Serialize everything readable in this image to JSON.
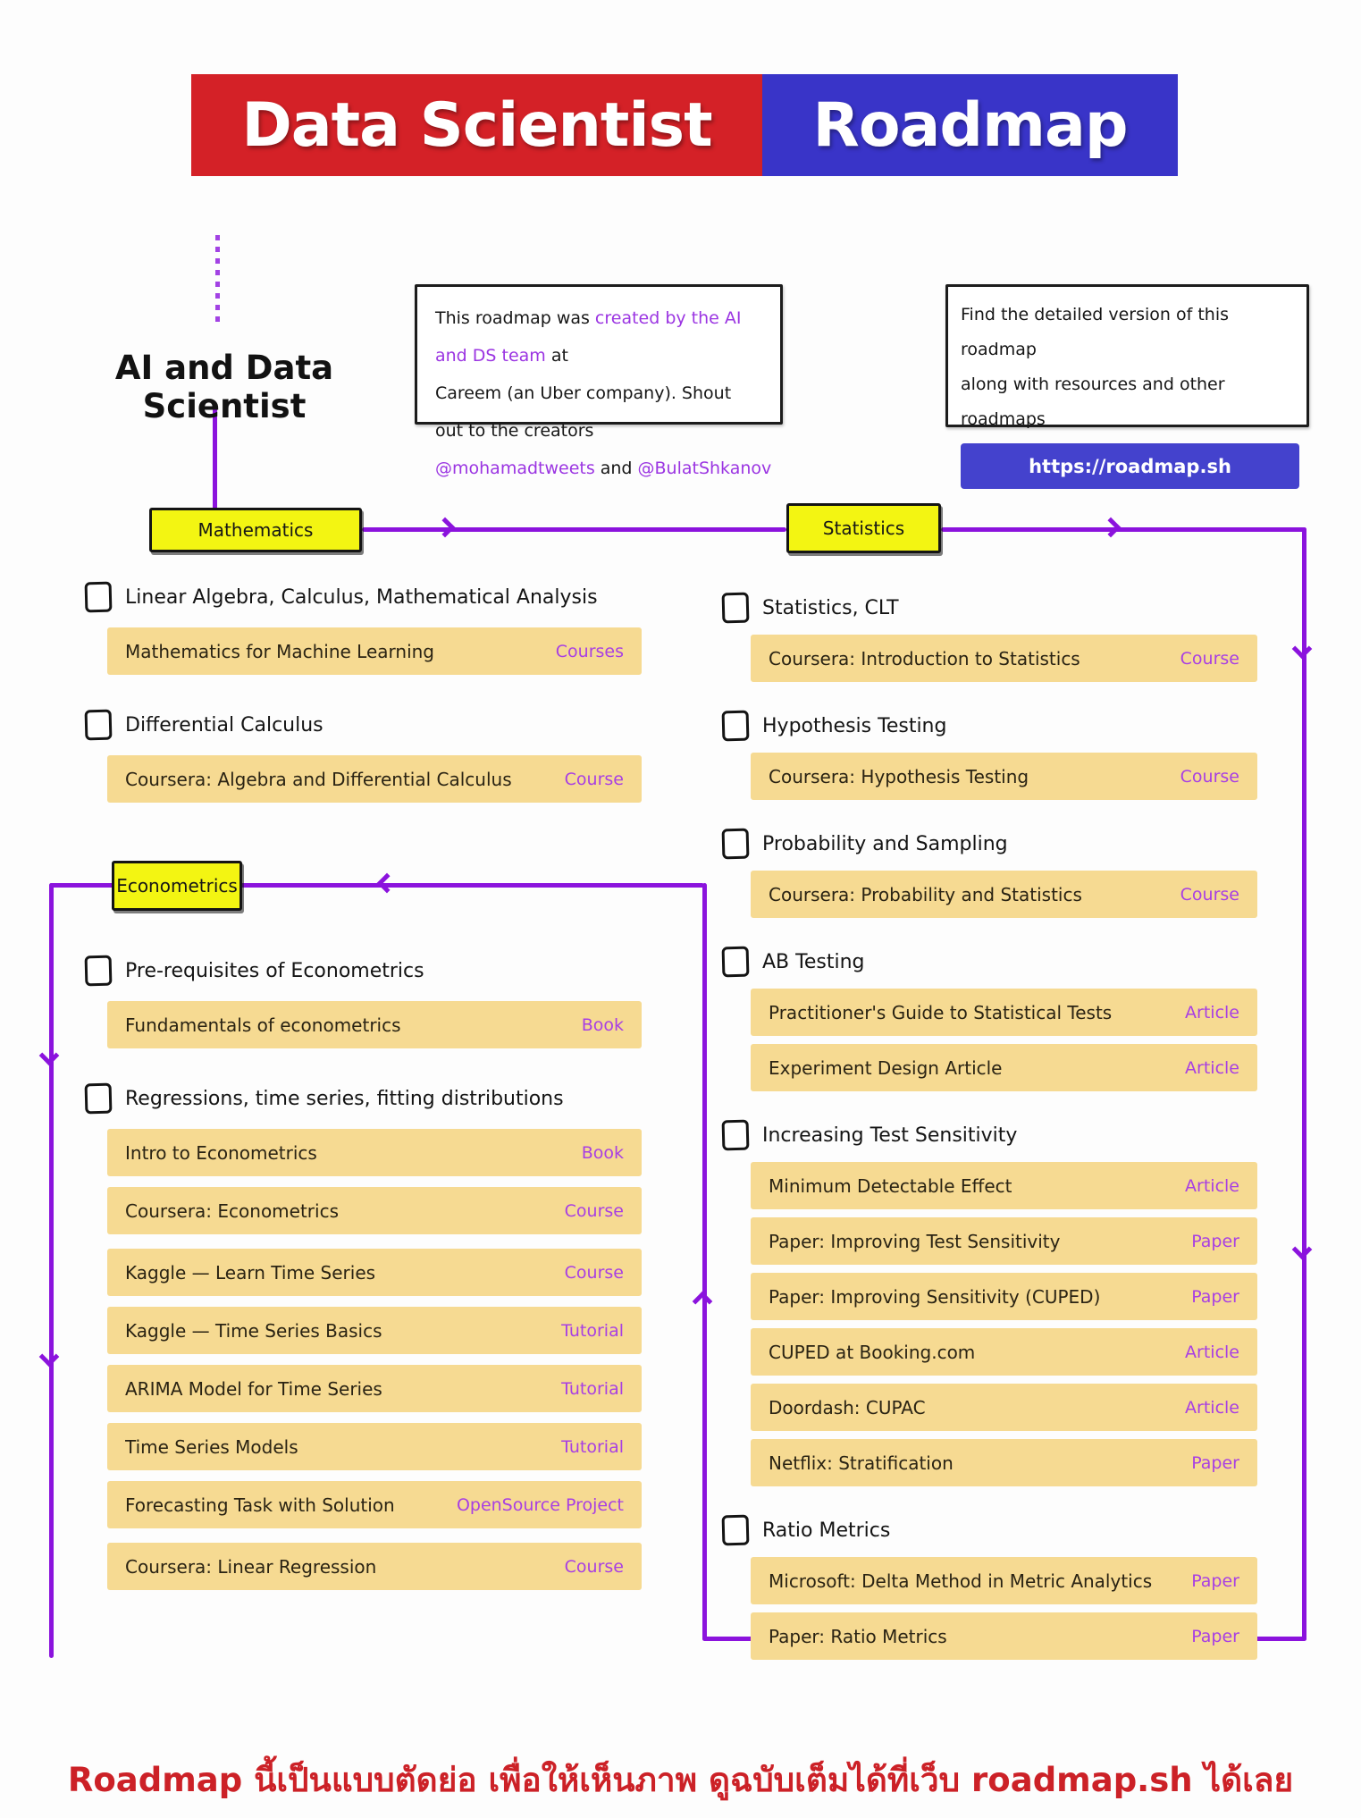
{
  "title": {
    "part_red": "Data Scientist",
    "part_blue": "Roadmap"
  },
  "role_label": "AI and Data Scientist",
  "credit_box": {
    "line1_before": "This roadmap was",
    "line1_highlight": "created by the AI and DS team",
    "line1_after": "at",
    "line2": "Careem (an Uber company). Shout out to the creators",
    "handle1": "@mohamadtweets",
    "handles_join": "and",
    "handle2": "@BulatShkanov"
  },
  "link_box": {
    "line1": "Find the detailed version of this roadmap",
    "line2": "along with resources and other roadmaps",
    "button_label": "https://roadmap.sh"
  },
  "roadmap": {
    "mathematics": {
      "node_label": "Mathematics",
      "topics": [
        {
          "label": "Linear Algebra, Calculus, Mathematical Analysis",
          "blocks": [
            [
              {
                "title": "Mathematics for Machine Learning",
                "tag": "Courses"
              }
            ]
          ]
        },
        {
          "label": "Differential Calculus",
          "blocks": [
            [
              {
                "title": "Coursera: Algebra and Differential Calculus",
                "tag": "Course"
              }
            ]
          ]
        }
      ]
    },
    "statistics": {
      "node_label": "Statistics",
      "topics": [
        {
          "label": "Statistics, CLT",
          "blocks": [
            [
              {
                "title": "Coursera: Introduction to Statistics",
                "tag": "Course"
              }
            ]
          ]
        },
        {
          "label": "Hypothesis Testing",
          "blocks": [
            [
              {
                "title": "Coursera: Hypothesis Testing",
                "tag": "Course"
              }
            ]
          ]
        },
        {
          "label": "Probability and Sampling",
          "blocks": [
            [
              {
                "title": "Coursera: Probability and Statistics",
                "tag": "Course"
              }
            ]
          ]
        },
        {
          "label": "AB Testing",
          "blocks": [
            [
              {
                "title": "Practitioner's Guide to Statistical Tests",
                "tag": "Article"
              },
              {
                "title": "Experiment Design Article",
                "tag": "Article"
              }
            ]
          ]
        },
        {
          "label": "Increasing Test Sensitivity",
          "blocks": [
            [
              {
                "title": "Minimum Detectable Effect",
                "tag": "Article"
              },
              {
                "title": "Paper: Improving Test Sensitivity",
                "tag": "Paper"
              },
              {
                "title": "Paper: Improving Sensitivity (CUPED)",
                "tag": "Paper"
              },
              {
                "title": "CUPED at Booking.com",
                "tag": "Article"
              },
              {
                "title": "Doordash: CUPAC",
                "tag": "Article"
              },
              {
                "title": "Netflix: Stratification",
                "tag": "Paper"
              }
            ]
          ]
        },
        {
          "label": "Ratio Metrics",
          "blocks": [
            [
              {
                "title": "Microsoft: Delta Method in Metric Analytics",
                "tag": "Paper"
              },
              {
                "title": "Paper: Ratio Metrics",
                "tag": "Paper"
              }
            ]
          ]
        }
      ]
    },
    "econometrics": {
      "node_label": "Econometrics",
      "topics": [
        {
          "label": "Pre-requisites of Econometrics",
          "blocks": [
            [
              {
                "title": "Fundamentals of econometrics",
                "tag": "Book"
              }
            ]
          ]
        },
        {
          "label": "Regressions, time series, fitting distributions",
          "blocks": [
            [
              {
                "title": "Intro to Econometrics",
                "tag": "Book"
              },
              {
                "title": "Coursera: Econometrics",
                "tag": "Course"
              }
            ],
            [
              {
                "title": "Kaggle — Learn Time Series",
                "tag": "Course"
              },
              {
                "title": "Kaggle — Time Series Basics",
                "tag": "Tutorial"
              },
              {
                "title": "ARIMA Model for Time Series",
                "tag": "Tutorial"
              },
              {
                "title": "Time Series Models",
                "tag": "Tutorial"
              },
              {
                "title": "Forecasting Task with Solution",
                "tag": "OpenSource Project"
              }
            ],
            [
              {
                "title": "Coursera: Linear Regression",
                "tag": "Course"
              }
            ]
          ]
        }
      ]
    }
  },
  "footer": {
    "text": "Roadmap นี้เป็นแบบตัดย่อ เพื่อให้เห็นภาพ ดูฉบับเต็มได้ที่เว็บ roadmap.sh ได้เลย"
  },
  "colors": {
    "banner_red": "#d42127",
    "banner_blue": "#3934c8",
    "button_blue": "#4442cd",
    "connector_purple": "#8b13dd",
    "node_yellow": "#f3f512",
    "card_background": "#f6da92",
    "tag_purple": "#a83fe3",
    "footer_red": "#cc2127"
  }
}
